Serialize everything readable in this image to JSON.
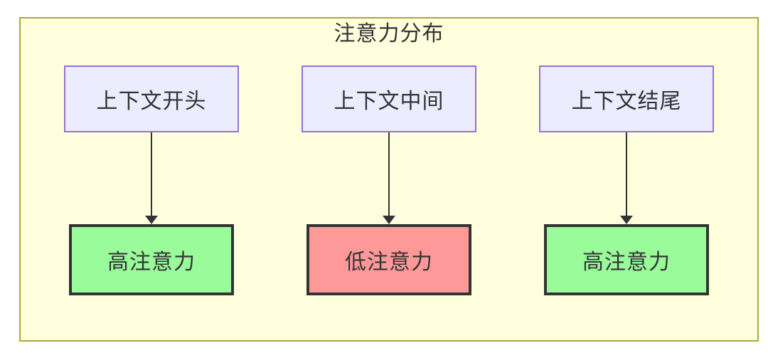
{
  "diagram": {
    "title": "注意力分布",
    "columns": [
      {
        "source": "上下文开头",
        "target": "高注意力",
        "level": "high"
      },
      {
        "source": "上下文中间",
        "target": "低注意力",
        "level": "low"
      },
      {
        "source": "上下文结尾",
        "target": "高注意力",
        "level": "high"
      }
    ],
    "colors": {
      "container_bg": "#ffffde",
      "container_border": "#aaaa33",
      "source_bg": "#ececff",
      "source_border": "#9370db",
      "high_bg": "#99fb99",
      "low_bg": "#ff9999",
      "target_border": "#333333",
      "arrow": "#333333",
      "text": "#333333"
    }
  }
}
